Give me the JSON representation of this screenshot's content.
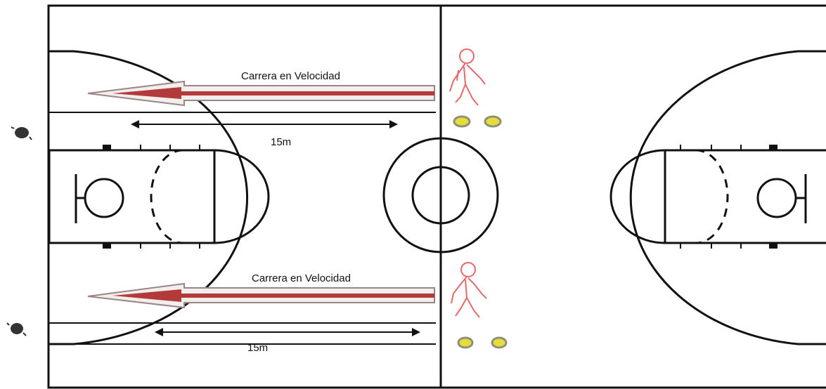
{
  "drill": {
    "top": {
      "run_label": "Carrera en Velocidad",
      "distance_label": "15m"
    },
    "bottom": {
      "run_label": "Carrera en Velocidad",
      "distance_label": "15m"
    }
  },
  "colors": {
    "court_line": "#111111",
    "arrow_red": "#b33a3a",
    "arrow_shadow": "#9a8585",
    "figure_red": "#e8686a",
    "ball_yellow": "#e6dc3a",
    "ball_gray": "#8f8f7a"
  },
  "icons": {
    "player": "stick-figure-icon",
    "ball": "ball-icon",
    "cone": "cone-icon"
  }
}
